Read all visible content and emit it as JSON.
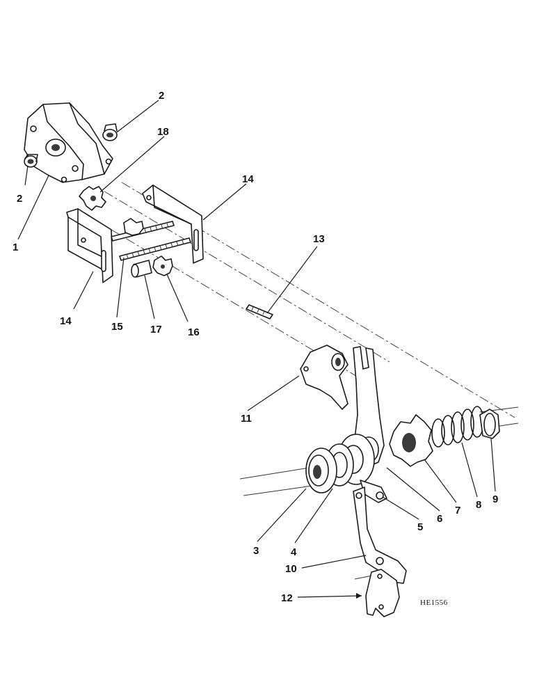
{
  "figure_id": "HE1556",
  "callouts": {
    "c1": "1",
    "c2a": "2",
    "c2b": "2",
    "c3": "3",
    "c4": "4",
    "c5": "5",
    "c6": "6",
    "c7": "7",
    "c8": "8",
    "c9": "9",
    "c10": "10",
    "c11": "11",
    "c12": "12",
    "c13": "13",
    "c14a": "14",
    "c14b": "14",
    "c15": "15",
    "c16": "16",
    "c17": "17",
    "c18": "18"
  }
}
